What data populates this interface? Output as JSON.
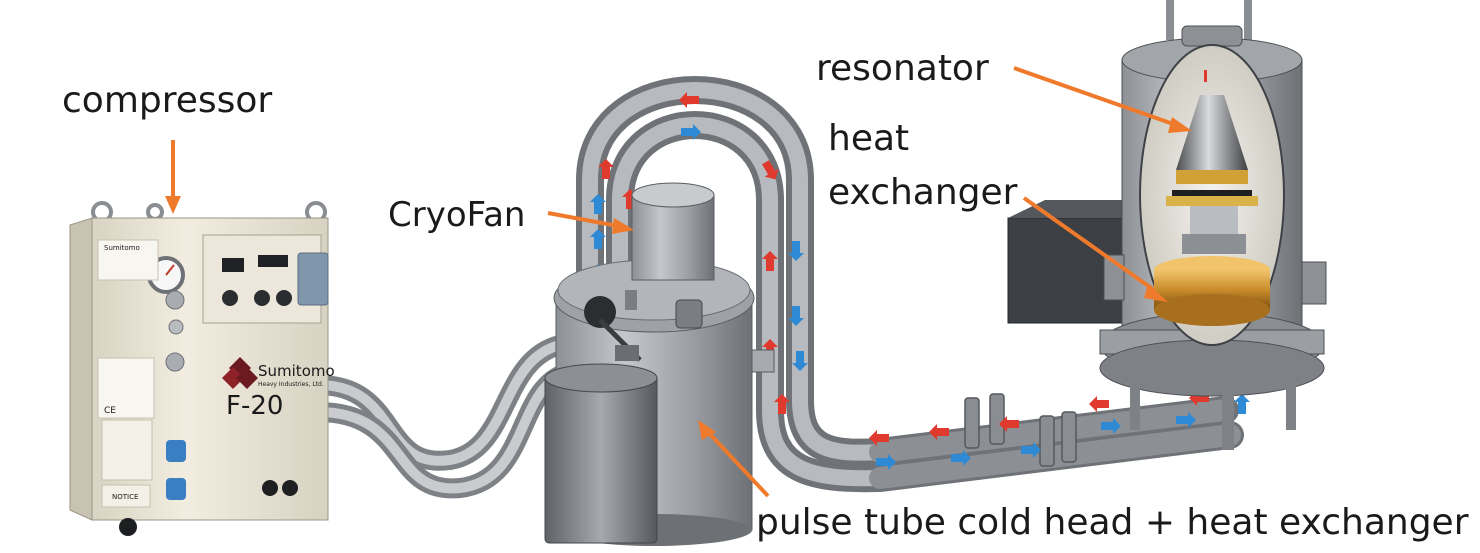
{
  "labels": {
    "compressor": "compressor",
    "cryofan": "CryoFan",
    "resonator": "resonator",
    "heat_exchanger_line1": "heat",
    "heat_exchanger_line2": "exchanger",
    "pulse_tube": "pulse tube cold head + heat exchanger"
  },
  "compressor_branding": {
    "brand": "Sumitomo",
    "company": "Heavy Industries, Ltd.",
    "model": "F-20",
    "top_brand": "Sumitomo",
    "notice": "NOTICE",
    "ce_mark": "CE"
  },
  "colors": {
    "label_arrow": "#f07a2c",
    "hot_flow_arrow": "#e03a2f",
    "cold_flow_arrow": "#2f8ad6",
    "tube_metal": "#8a8d91",
    "compressor_body": "#ece6d6",
    "gold_heat_exchanger": "#c98b2a",
    "electronics_box": "#3c3f44"
  }
}
